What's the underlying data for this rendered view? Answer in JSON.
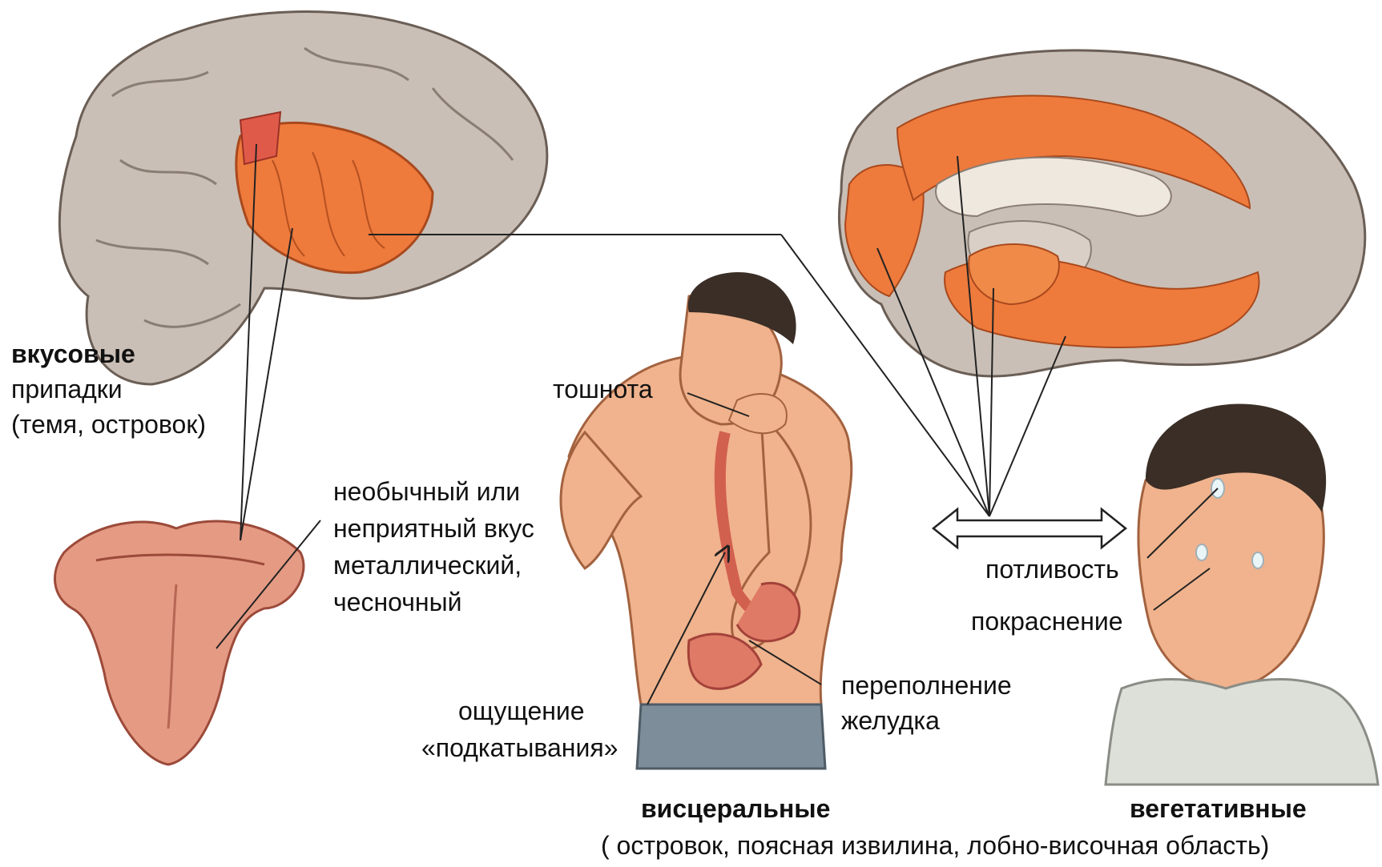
{
  "labels": {
    "taste_title": "вкусовые",
    "taste_line2": "припадки",
    "taste_line3": "(темя, островок)",
    "nausea": "тошнота",
    "unusual_taste_1": "необычный или",
    "unusual_taste_2": "неприятный вкус",
    "unusual_taste_3": "металлический,",
    "unusual_taste_4": "чесночный",
    "rising_1": "ощущение",
    "rising_2": "«подкатывания»",
    "stomach_1": "переполнение",
    "stomach_2": "желудка",
    "sweating": "потливость",
    "redness": "покраснение",
    "visceral": "висцеральные",
    "vegetative": "вегетативные",
    "regions": "( островок, поясная извилина, лобно-височная область)"
  },
  "colors": {
    "brain_gray": "#c9bfb6",
    "highlight_orange": "#ee7a3c",
    "skin": "#f0b38d",
    "tongue": "#e59a84",
    "hair": "#3a2e26",
    "pants": "#7d8d9a"
  }
}
